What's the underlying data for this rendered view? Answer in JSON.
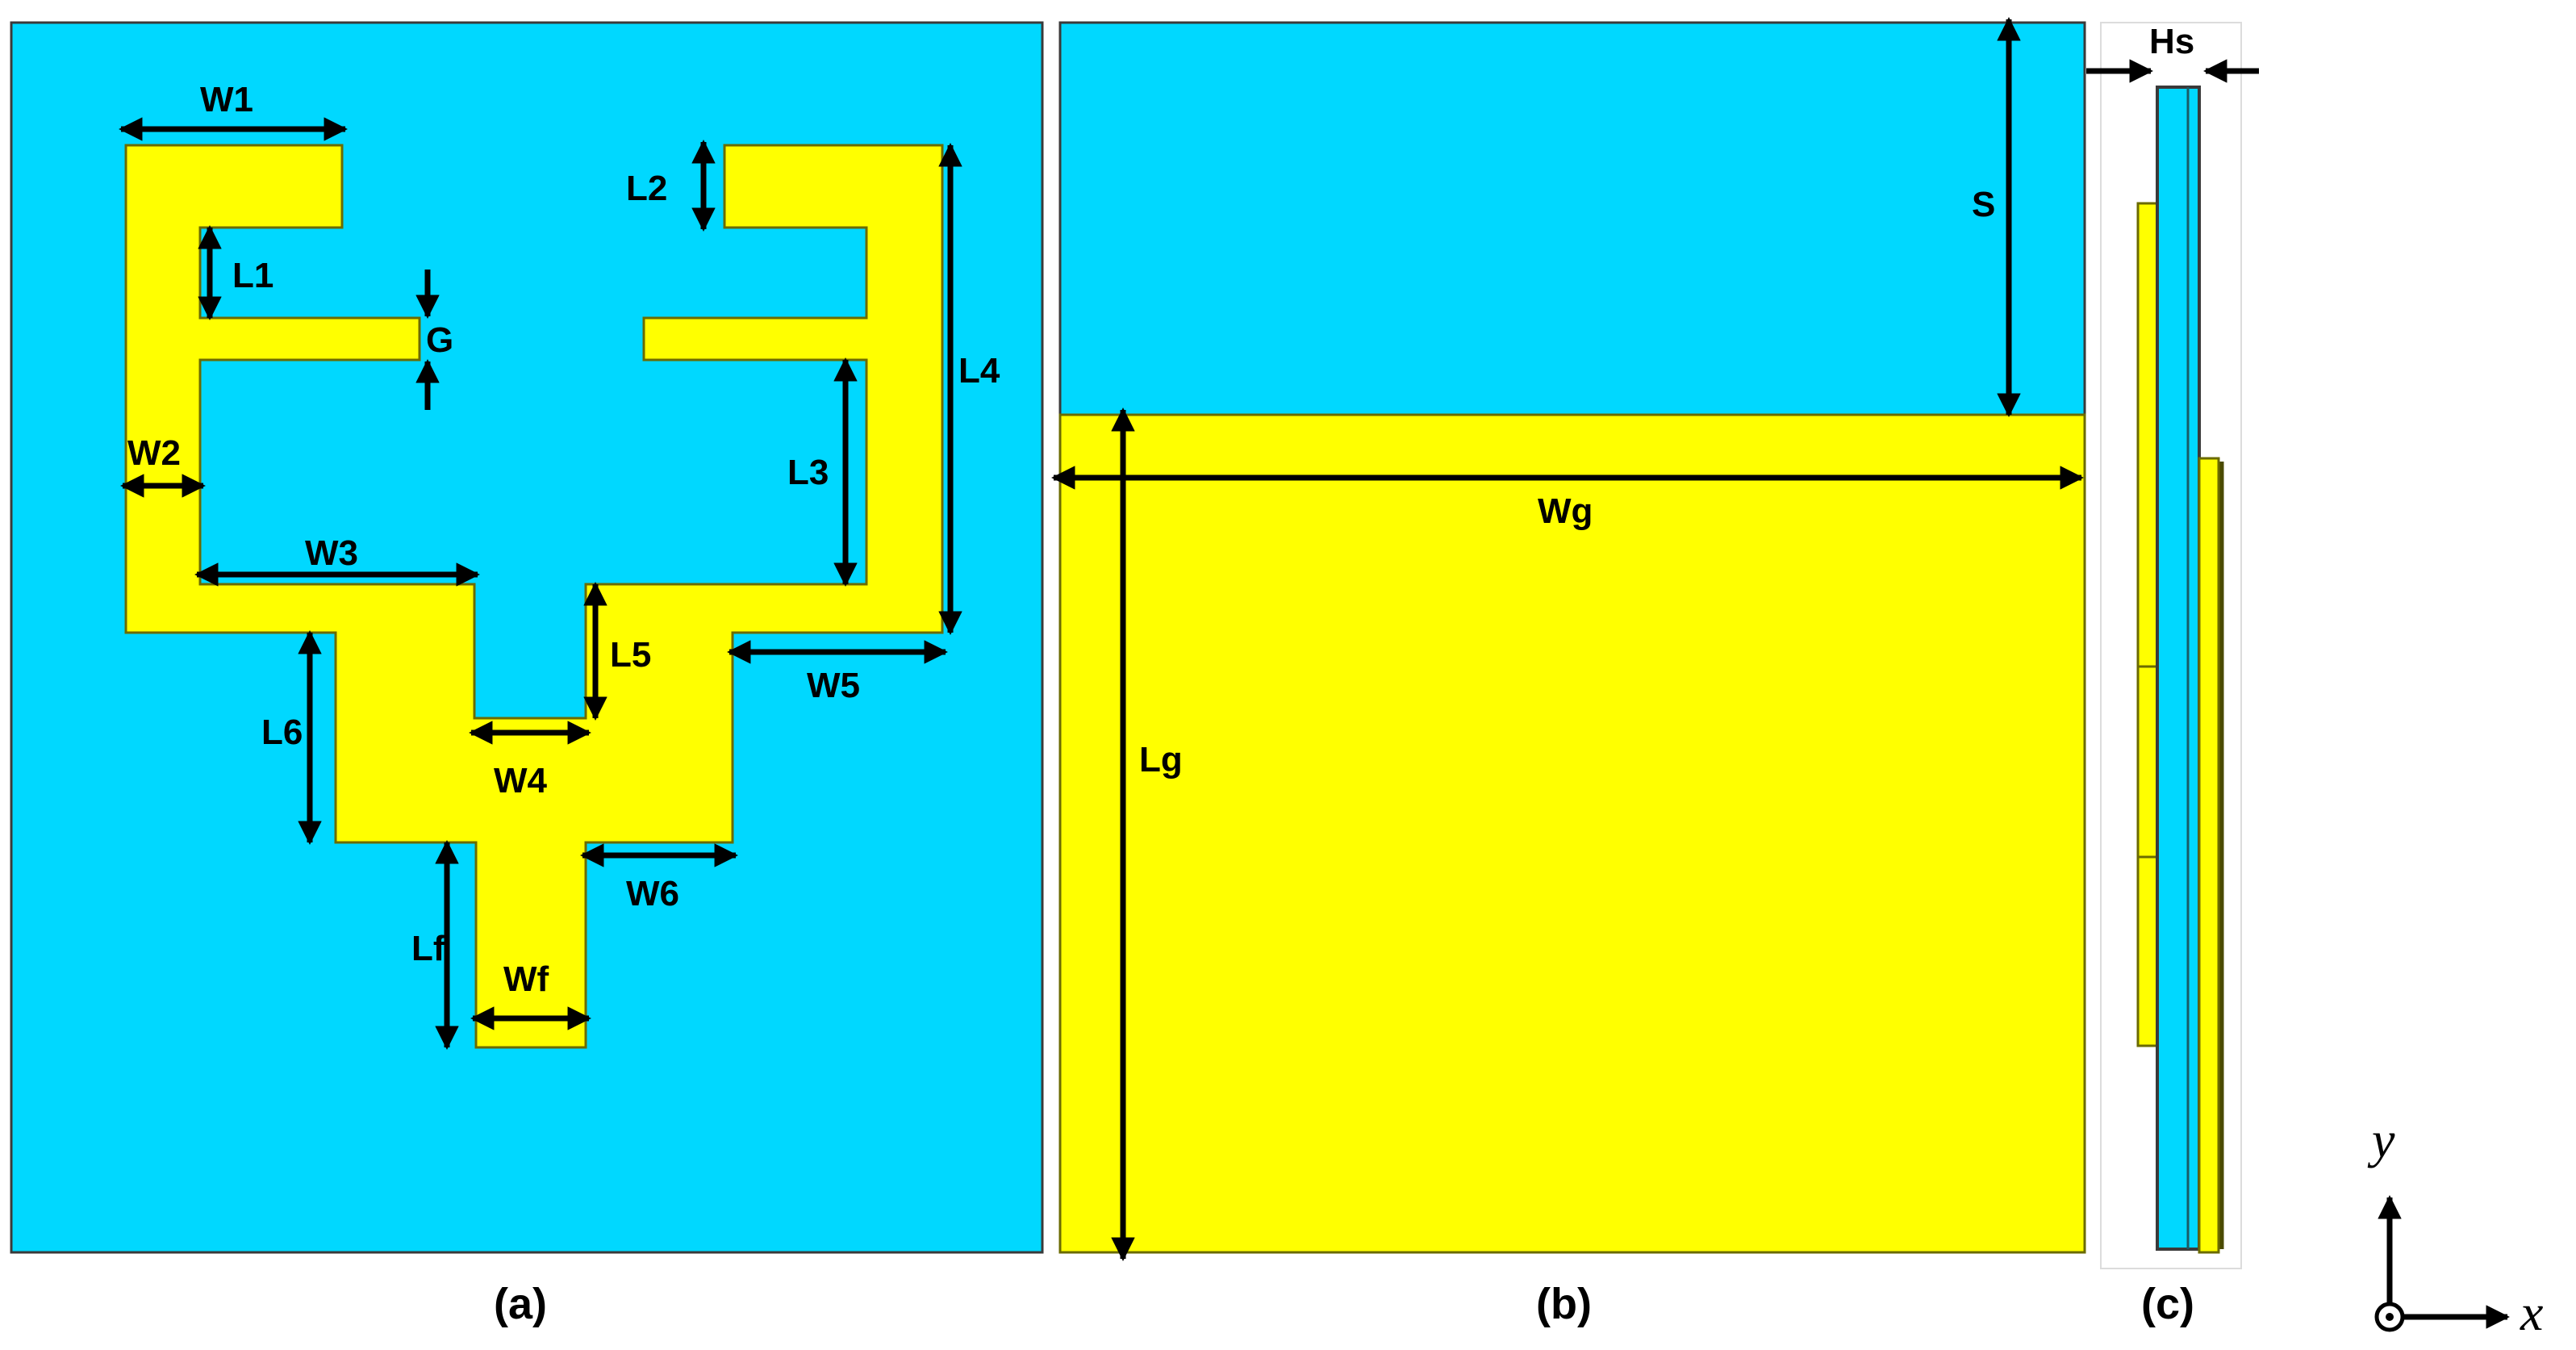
{
  "colors": {
    "substrate": "#00d8ff",
    "metal": "#ffff00",
    "metal_dark": "#6b6b00",
    "outline": "#3a3a3a",
    "annotation": "#000000"
  },
  "panel_a": {
    "caption": "(a)",
    "labels": {
      "W1": "W1",
      "W2": "W2",
      "W3": "W3",
      "W4": "W4",
      "W5": "W5",
      "W6": "W6",
      "Wf": "Wf",
      "L1": "L1",
      "L2": "L2",
      "L3": "L3",
      "L4": "L4",
      "L5": "L5",
      "L6": "L6",
      "Lf": "Lf",
      "G": "G"
    }
  },
  "panel_b": {
    "caption": "(b)",
    "labels": {
      "S": "S",
      "Wg": "Wg",
      "Lg": "Lg"
    }
  },
  "panel_c": {
    "caption": "(c)",
    "labels": {
      "Hs": "Hs"
    }
  },
  "axes": {
    "y": "y",
    "x": "x",
    "z_symbol": "out-of-page-dot-icon"
  }
}
